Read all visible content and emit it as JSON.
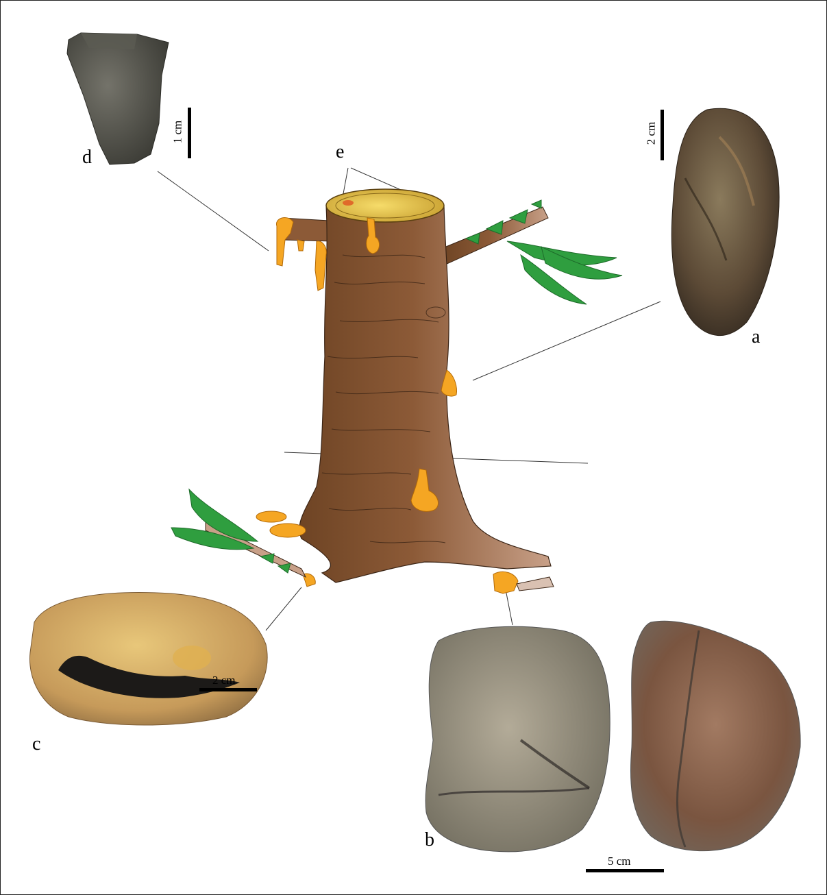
{
  "labels": {
    "a": "a",
    "b": "b",
    "c": "c",
    "d": "d",
    "e": "e"
  },
  "scales": {
    "d": "1 cm",
    "a": "2 cm",
    "c": "2 cm",
    "b": "5 cm"
  },
  "colors": {
    "trunk": "#8a5a3a",
    "trunk_light": "#c79d83",
    "resin": "#f5a623",
    "resin_dark": "#d9830f",
    "foliage": "#2f9e3f",
    "foliage_dark": "#1e6b2a",
    "stump_top": "#e8c44a"
  }
}
